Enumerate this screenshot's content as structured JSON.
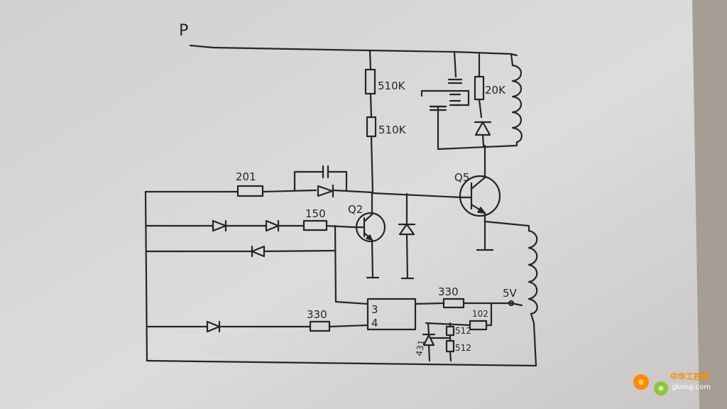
{
  "labels": {
    "p": "P",
    "r_510k": "510K",
    "r_510k_2": "510K",
    "r_20k": "20K",
    "r_201": "201",
    "r_150": "150",
    "r_330_top": "330",
    "r_330_bottom": "330",
    "r_102": "102",
    "r_512a": "512",
    "r_512b": "512",
    "q2": "Q2",
    "q5": "Q5",
    "ic_pin3": "3",
    "ic_pin4": "4",
    "v5": "5V",
    "tl431": "431"
  },
  "watermark": {
    "name": "中华工控网",
    "url": "gkong.com"
  }
}
